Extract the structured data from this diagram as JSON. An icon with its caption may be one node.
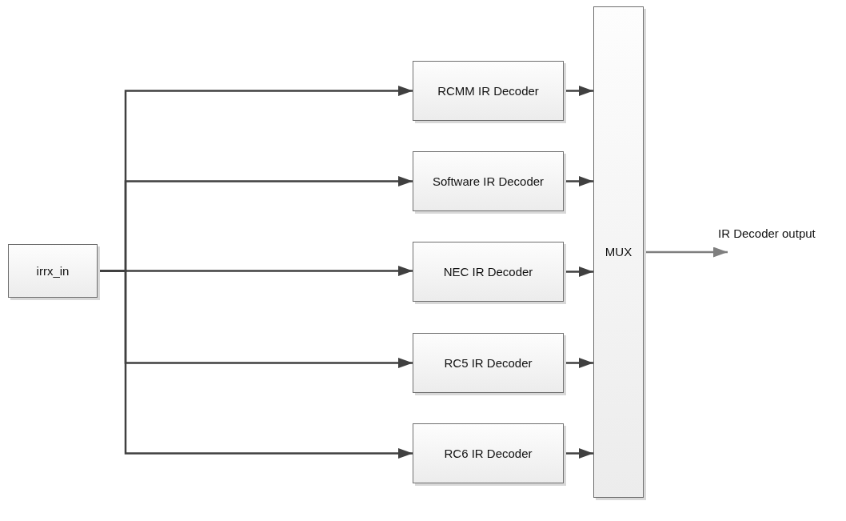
{
  "diagram": {
    "nodes": [
      {
        "text": [
          "irrx_in"
        ]
      },
      {
        "text": [
          "RCMM IR Decoder"
        ]
      },
      {
        "text": [
          "Software IR Decoder"
        ]
      },
      {
        "text": [
          "NEC IR Decoder"
        ]
      },
      {
        "text": [
          "RC5 IR Decoder"
        ]
      },
      {
        "text": [
          "RC6 IR Decoder"
        ]
      },
      {
        "text": [
          "MUX"
        ]
      }
    ],
    "edges": [
      {
        "from": 0,
        "to": 1,
        "arrow": "to"
      },
      {
        "from": 0,
        "to": 2,
        "arrow": "to"
      },
      {
        "from": 0,
        "to": 3,
        "arrow": "to"
      },
      {
        "from": 0,
        "to": 4,
        "arrow": "to"
      },
      {
        "from": 0,
        "to": 5,
        "arrow": "to"
      },
      {
        "from": 1,
        "to": 6,
        "arrow": "to"
      },
      {
        "from": 2,
        "to": 6,
        "arrow": "to"
      },
      {
        "from": 3,
        "to": 6,
        "arrow": "to"
      },
      {
        "from": 4,
        "to": 6,
        "arrow": "to"
      },
      {
        "from": 5,
        "to": 6,
        "arrow": "to"
      },
      {
        "from": 6,
        "to": null,
        "arrow": "to",
        "label": "IR Decoder output",
        "color": "#7f7f7f"
      }
    ]
  }
}
